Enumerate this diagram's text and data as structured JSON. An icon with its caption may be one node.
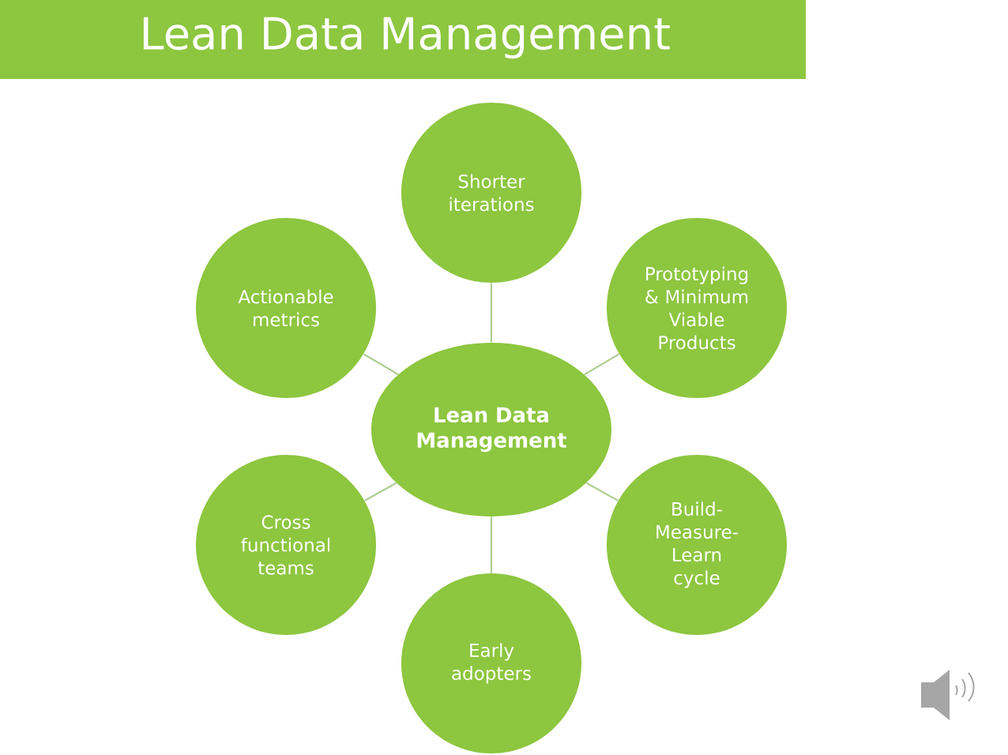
{
  "diagram": {
    "title": "Lean Data Management",
    "nodes": [
      {
        "text": [
          "Shorter iterations"
        ]
      },
      {
        "text": [
          "Actionable metrics"
        ]
      },
      {
        "text": [
          "Prototyping & Minimum Viable Products"
        ]
      },
      {
        "text": [
          "Lean Data Management"
        ]
      },
      {
        "text": [
          "Cross functional teams"
        ]
      },
      {
        "text": [
          "Build-Measure-Learn cycle"
        ]
      },
      {
        "text": [
          "Early adopters"
        ]
      }
    ],
    "edges": [
      {
        "from": 3,
        "to": 0,
        "arrow": "none"
      },
      {
        "from": 3,
        "to": 1,
        "arrow": "none"
      },
      {
        "from": 3,
        "to": 2,
        "arrow": "none"
      },
      {
        "from": 3,
        "to": 4,
        "arrow": "none"
      },
      {
        "from": 3,
        "to": 5,
        "arrow": "none"
      },
      {
        "from": 3,
        "to": 6,
        "arrow": "none"
      }
    ]
  }
}
